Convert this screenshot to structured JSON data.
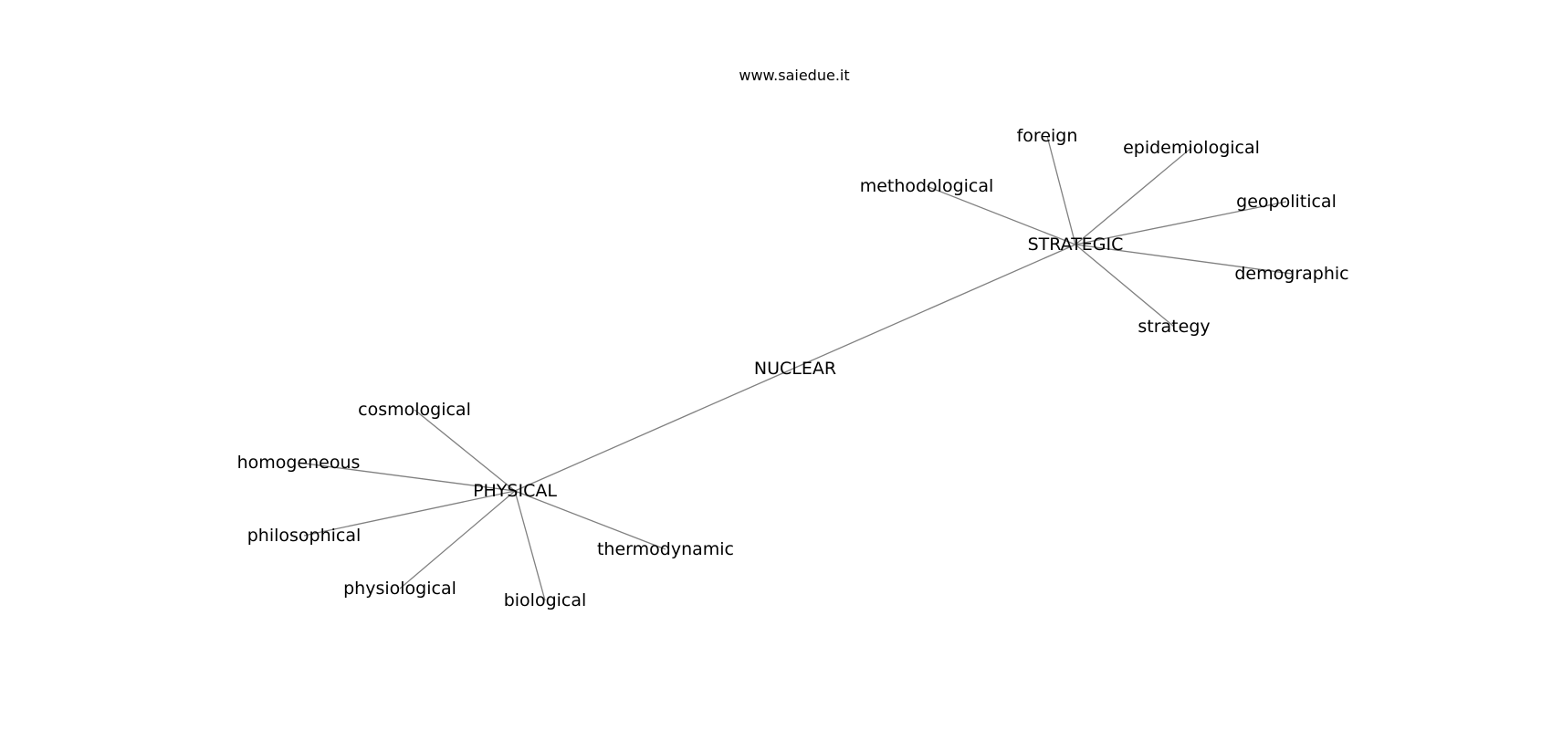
{
  "watermark": "www.saiedue.it",
  "graph": {
    "edge_color": "#808080",
    "label_color": "#000000",
    "background": "#ffffff",
    "nodes": [
      {
        "id": "nuclear",
        "label": "NUCLEAR"
      },
      {
        "id": "strategic",
        "label": "STRATEGIC"
      },
      {
        "id": "physical",
        "label": "PHYSICAL"
      },
      {
        "id": "foreign",
        "label": "foreign"
      },
      {
        "id": "epidemiological",
        "label": "epidemiological"
      },
      {
        "id": "methodological",
        "label": "methodological"
      },
      {
        "id": "geopolitical",
        "label": "geopolitical"
      },
      {
        "id": "demographic",
        "label": "demographic"
      },
      {
        "id": "strategy",
        "label": "strategy"
      },
      {
        "id": "cosmological",
        "label": "cosmological"
      },
      {
        "id": "homogeneous",
        "label": "homogeneous"
      },
      {
        "id": "philosophical",
        "label": "philosophical"
      },
      {
        "id": "physiological",
        "label": "physiological"
      },
      {
        "id": "biological",
        "label": "biological"
      },
      {
        "id": "thermodynamic",
        "label": "thermodynamic"
      }
    ],
    "edges": [
      [
        "physical",
        "strategic"
      ],
      [
        "strategic",
        "foreign"
      ],
      [
        "strategic",
        "epidemiological"
      ],
      [
        "strategic",
        "methodological"
      ],
      [
        "strategic",
        "geopolitical"
      ],
      [
        "strategic",
        "demographic"
      ],
      [
        "strategic",
        "strategy"
      ],
      [
        "physical",
        "cosmological"
      ],
      [
        "physical",
        "homogeneous"
      ],
      [
        "physical",
        "philosophical"
      ],
      [
        "physical",
        "physiological"
      ],
      [
        "physical",
        "biological"
      ],
      [
        "physical",
        "thermodynamic"
      ]
    ]
  }
}
